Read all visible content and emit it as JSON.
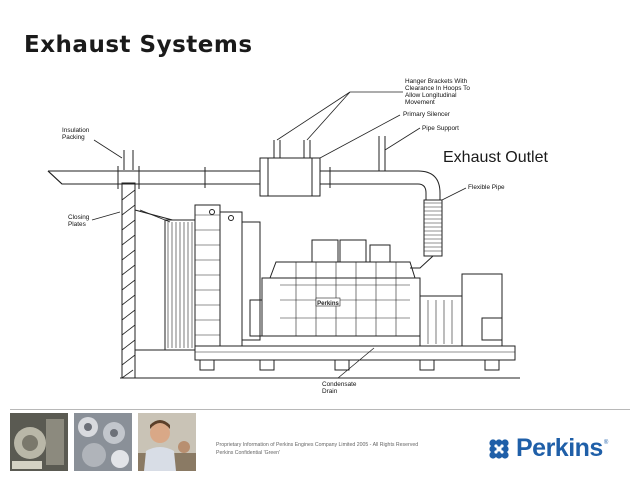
{
  "slide": {
    "title": "Exhaust Systems"
  },
  "diagram": {
    "labels": {
      "insulation": "Insulation Packing",
      "hanger": "Hanger Brackets With Clearance In Hoops To Allow Longitudinal Movement",
      "silencer": "Primary Silencer",
      "pipe_support": "Pipe Support",
      "exhaust_outlet": "Exhaust Outlet",
      "flexible_pipe": "Flexible Pipe",
      "closing_plates": "Closing Plates",
      "condensate_drain": "Condensate Drain"
    },
    "engine_badge": "Perkins"
  },
  "footer": {
    "legal_line1": "Proprietary Information of Perkins Engines Company Limited 2005 - All Rights Reserved",
    "legal_line2": "Perkins Confidential 'Green'",
    "brand_name": "Perkins",
    "brand_color": "#1f5fa8",
    "photos": [
      "engine-parts-photo",
      "cylinder-parts-photo",
      "technician-photo"
    ]
  }
}
